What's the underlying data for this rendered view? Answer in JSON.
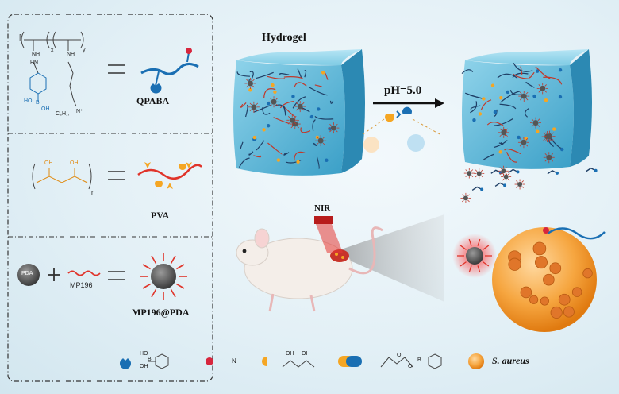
{
  "panels": {
    "qpaba_label": "QPABA",
    "pva_label": "PVA",
    "mp_label": "MP196@PDA",
    "pda_text": "PDA",
    "mp196_text": "MP196",
    "x_sub": "x",
    "y_sub": "y",
    "n_sub": "n",
    "chem_nh1": "NH",
    "chem_nh2": "NH",
    "chem_nh3": "HN",
    "chem_ho": "HO",
    "chem_b": "B",
    "chem_oh": "OH",
    "chem_c8": "C₈H₁₇",
    "chem_n": "N⁺",
    "chem_oh2": "OH",
    "chem_oh3": "OH"
  },
  "hydrogel_label": "Hydrogel",
  "ph_label": "pH=5.0",
  "nir_label": "NIR",
  "legend": {
    "ho": "HO",
    "oh": "OH",
    "b": "B",
    "n": "N",
    "oh1": "OH",
    "oh2": "OH",
    "o1": "O",
    "o2": "O",
    "b2": "B",
    "s_aureus": "S. aureus"
  },
  "colors": {
    "gel": "#5fb7d6",
    "boronic": "#1a6fb3",
    "ammonium": "#d7263d",
    "pva": "#f5a623",
    "bacteria": "#f39c2a"
  }
}
